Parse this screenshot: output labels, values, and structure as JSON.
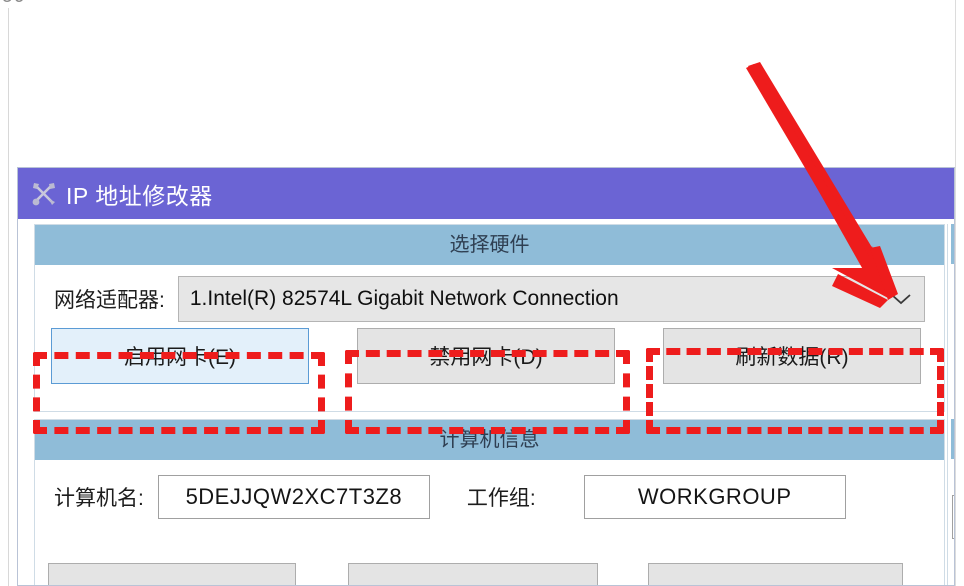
{
  "background": {
    "clipped_text": "56"
  },
  "window": {
    "title": "IP 地址修改器",
    "title_icon": "tools-icon",
    "titlebar_color": "#6b64d4",
    "section_header_color": "#8fbcd8"
  },
  "panels": {
    "hardware": {
      "header": "选择硬件",
      "adapter_label": "网络适配器:",
      "adapter_value": "1.Intel(R) 82574L Gigabit Network Connection",
      "adapter_chevron_icon": "chevron-down-icon",
      "buttons": [
        {
          "label": "启用网卡(E)",
          "name": "enable-nic",
          "state": "focused"
        },
        {
          "label": "禁用网卡(D)",
          "name": "disable-nic",
          "state": "normal"
        },
        {
          "label": "刷新数据(R)",
          "name": "refresh-data",
          "state": "normal"
        }
      ]
    },
    "computer": {
      "header": "计算机信息",
      "computername_label": "计算机名:",
      "computername_value": "5DEJJQW2XC7T3Z8",
      "workgroup_label": "工作组:",
      "workgroup_value": "WORKGROUP"
    }
  },
  "annotations": {
    "color": "#ee1c1c",
    "highlight_boxes": [
      {
        "name": "enable-nic-highlight"
      },
      {
        "name": "disable-nic-highlight"
      },
      {
        "name": "refresh-data-highlight"
      }
    ],
    "arrow": {
      "name": "pointer-arrow",
      "points_to": "adapter-dropdown-chevron"
    }
  }
}
